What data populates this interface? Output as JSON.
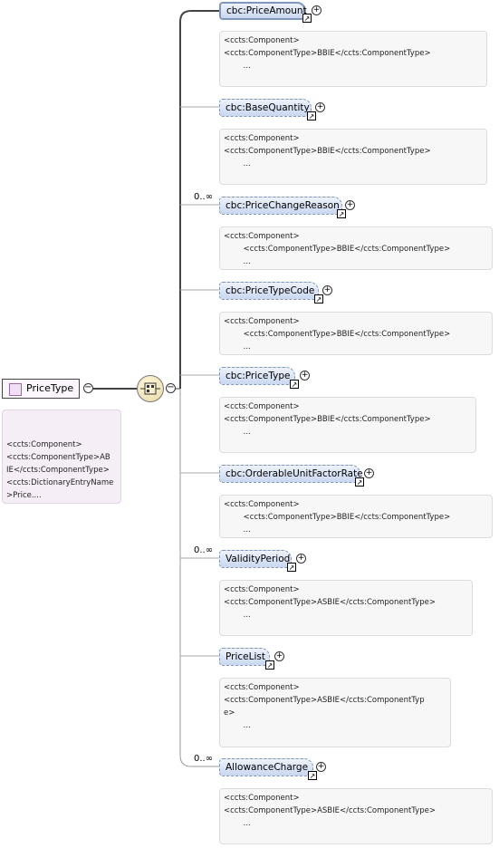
{
  "root": {
    "name": "PriceType",
    "annotation": [
      "<ccts:Component>",
      "",
      "<ccts:ComponentType>AB",
      "IE</ccts:ComponentType>",
      "",
      "<ccts:DictionaryEntryName",
      ">Price...."
    ]
  },
  "elements": [
    {
      "name": "cbc:PriceAmount",
      "occurrence": "",
      "annotation": [
        "<ccts:Component>",
        "",
        "<ccts:ComponentType>BBIE</ccts:ComponentType>",
        "        ..."
      ]
    },
    {
      "name": "cbc:BaseQuantity",
      "occurrence": "",
      "annotation": [
        "<ccts:Component>",
        "",
        "<ccts:ComponentType>BBIE</ccts:ComponentType>",
        "        ..."
      ]
    },
    {
      "name": "cbc:PriceChangeReason",
      "occurrence": "0..∞",
      "annotation": [
        "<ccts:Component>",
        "        <ccts:ComponentType>BBIE</ccts:ComponentType>",
        "        ..."
      ]
    },
    {
      "name": "cbc:PriceTypeCode",
      "occurrence": "",
      "annotation": [
        "<ccts:Component>",
        "        <ccts:ComponentType>BBIE</ccts:ComponentType>",
        "        ..."
      ]
    },
    {
      "name": "cbc:PriceType",
      "occurrence": "",
      "annotation": [
        "<ccts:Component>",
        "",
        "<ccts:ComponentType>BBIE</ccts:ComponentType>",
        "        ..."
      ]
    },
    {
      "name": "cbc:OrderableUnitFactorRate",
      "occurrence": "",
      "annotation": [
        "<ccts:Component>",
        "        <ccts:ComponentType>BBIE</ccts:ComponentType>",
        "        ..."
      ]
    },
    {
      "name": "ValidityPeriod",
      "occurrence": "0..∞",
      "annotation": [
        "<ccts:Component>",
        "",
        "<ccts:ComponentType>ASBIE</ccts:ComponentType>",
        "        ..."
      ]
    },
    {
      "name": "PriceList",
      "occurrence": "",
      "annotation": [
        "<ccts:Component>",
        "",
        "<ccts:ComponentType>ASBIE</ccts:ComponentTyp",
        "e>",
        "        ..."
      ]
    },
    {
      "name": "AllowanceCharge",
      "occurrence": "0..∞",
      "annotation": [
        "<ccts:Component>",
        "",
        "<ccts:ComponentType>ASBIE</ccts:ComponentType>",
        "        ..."
      ]
    }
  ],
  "icons": {
    "expand": "plus-circle-icon",
    "collapse": "minus-circle-icon",
    "reference": "reference-arrow-icon",
    "compositor": "sequence-compositor-icon"
  }
}
